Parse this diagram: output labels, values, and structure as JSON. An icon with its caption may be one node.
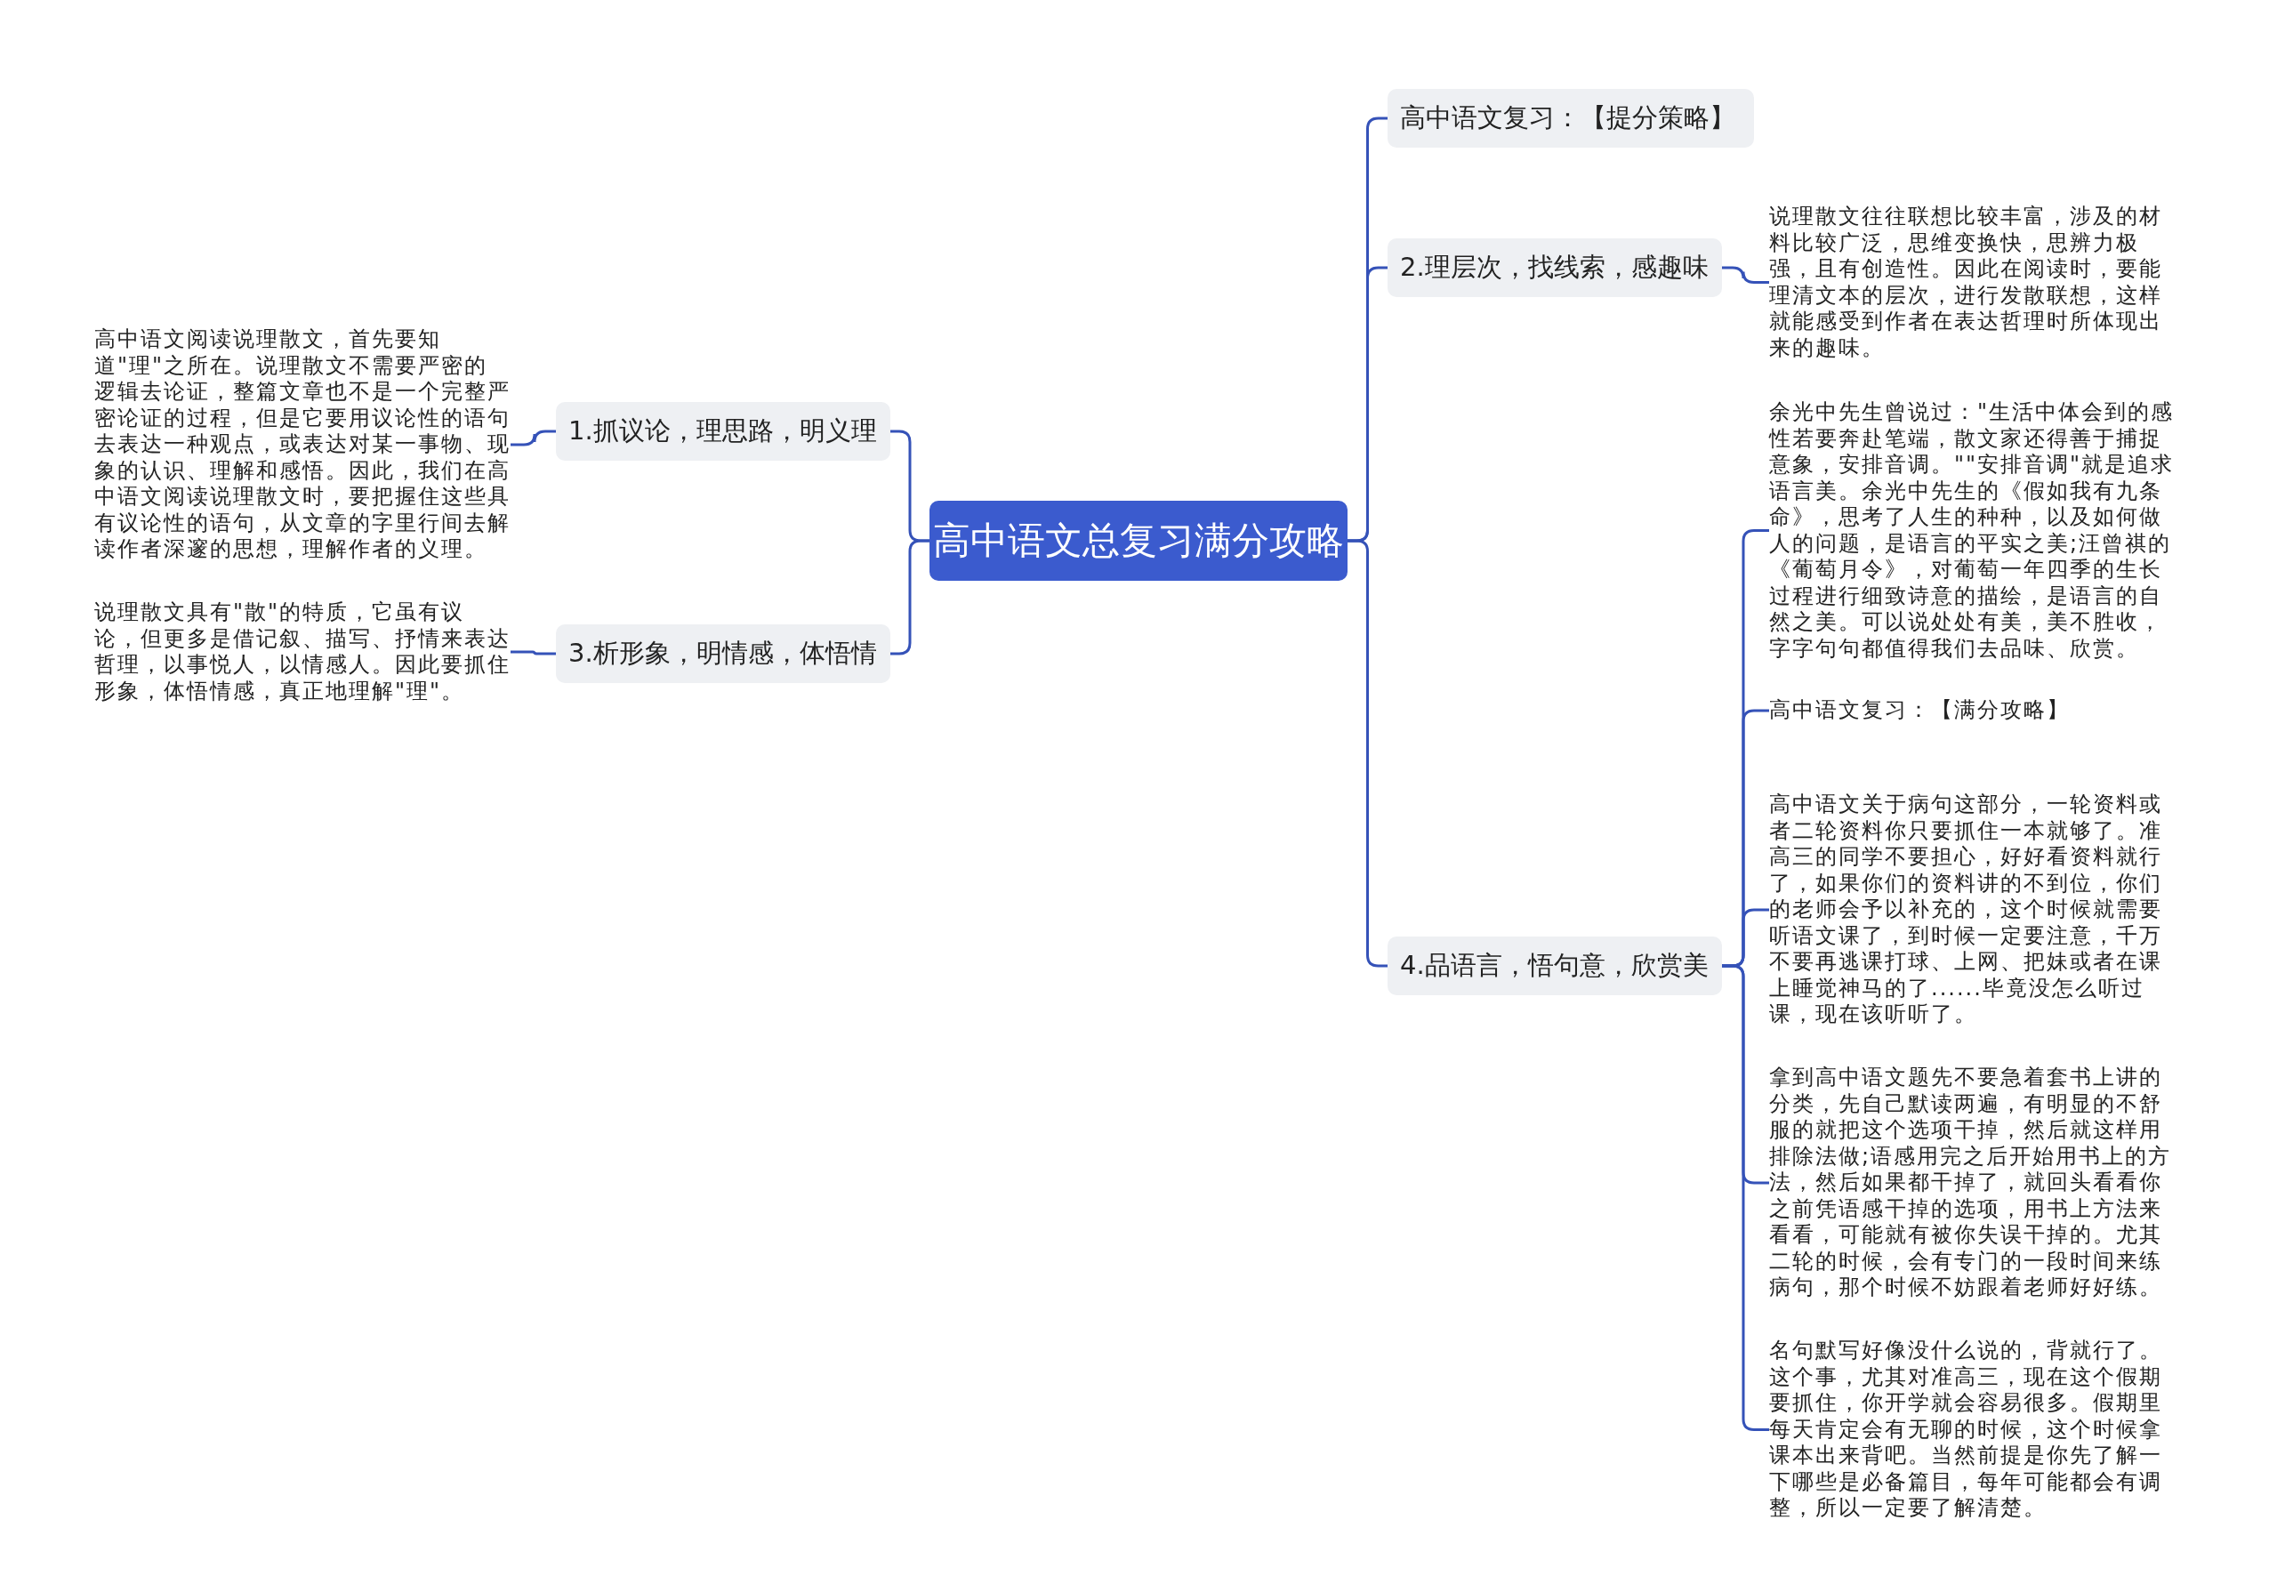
{
  "diagram": {
    "nodes": [
      {
        "text": [
          "高中语文总复习满分攻略"
        ]
      },
      {
        "text": [
          "高中语文复习：【提分策略】"
        ]
      },
      {
        "text": [
          "2.理层次，找线索，感趣味"
        ]
      },
      {
        "text": [
          "说理散文往往联想比较丰富，涉及的材料比较广泛，思维变换快，思辨力极强，且有创造性。因此在阅读时，要能理清文本的层次，进行发散联想，这样就能感受到作者在表达哲理时所体现出来的趣味。"
        ]
      },
      {
        "text": [
          "4.品语言，悟句意，欣赏美"
        ]
      },
      {
        "text": [
          "余光中先生曾说过：\"生活中体会到的感性若要奔赴笔端，散文家还得善于捕捉意象，安排音调。\"\"安排音调\"就是追求语言美。余光中先生的《假如我有九条命》，思考了人生的种种，以及如何做人的问题，是语言的平实之美;汪曾祺的《葡萄月令》，对葡萄一年四季的生长过程进行细致诗意的描绘，是语言的自然之美。可以说处处有美，美不胜收，字字句句都值得我们去品味、欣赏。"
        ]
      },
      {
        "text": [
          "高中语文复习：【满分攻略】"
        ]
      },
      {
        "text": [
          "高中语文关于病句这部分，一轮资料或者二轮资料你只要抓住一本就够了。准高三的同学不要担心，好好看资料就行了，如果你们的资料讲的不到位，你们的老师会予以补充的，这个时候就需要听语文课了，到时候一定要注意，千万不要再逃课打球、上网、把妹或者在课上睡觉神马的了......毕竟没怎么听过课，现在该听听了。"
        ]
      },
      {
        "text": [
          "拿到高中语文题先不要急着套书上讲的分类，先自己默读两遍，有明显的不舒服的就把这个选项干掉，然后就这样用排除法做;语感用完之后开始用书上的方法，然后如果都干掉了，就回头看看你之前凭语感干掉的选项，用书上方法来看看，可能就有被你失误干掉的。尤其二轮的时候，会有专门的一段时间来练病句，那个时候不妨跟着老师好好练。"
        ]
      },
      {
        "text": [
          "名句默写好像没什么说的，背就行了。这个事，尤其对准高三，现在这个假期要抓住，你开学就会容易很多。假期里每天肯定会有无聊的时候，这个时候拿课本出来背吧。当然前提是你先了解一下哪些是必备篇目，每年可能都会有调整，所以一定要了解清楚。"
        ]
      },
      {
        "text": [
          "1.抓议论，理思路，明义理"
        ]
      },
      {
        "text": [
          "高中语文阅读说理散文，首先要知道\"理\"之所在。说理散文不需要严密的逻辑去论证，整篇文章也不是一个完整严密论证的过程，但是它要用议论性的语句去表达一种观点，或表达对某一事物、现象的认识、理解和感悟。因此，我们在高中语文阅读说理散文时，要把握住这些具有议论性的语句，从文章的字里行间去解读作者深邃的思想，理解作者的义理。"
        ]
      },
      {
        "text": [
          "3.析形象，明情感，体悟情"
        ]
      },
      {
        "text": [
          "说理散文具有\"散\"的特质，它虽有议论，但更多是借记叙、描写、抒情来表达哲理，以事悦人，以情感人。因此要抓住形象，体悟情感，真正地理解\"理\"。"
        ]
      }
    ],
    "edges": [
      {
        "from": 0,
        "to": 1,
        "arrow": "none"
      },
      {
        "from": 0,
        "to": 2,
        "arrow": "none"
      },
      {
        "from": 2,
        "to": 3,
        "arrow": "none"
      },
      {
        "from": 0,
        "to": 4,
        "arrow": "none"
      },
      {
        "from": 4,
        "to": 5,
        "arrow": "none"
      },
      {
        "from": 4,
        "to": 6,
        "arrow": "none"
      },
      {
        "from": 4,
        "to": 7,
        "arrow": "none"
      },
      {
        "from": 4,
        "to": 8,
        "arrow": "none"
      },
      {
        "from": 4,
        "to": 9,
        "arrow": "none"
      },
      {
        "from": 0,
        "to": 10,
        "arrow": "none"
      },
      {
        "from": 10,
        "to": 11,
        "arrow": "none"
      },
      {
        "from": 0,
        "to": 12,
        "arrow": "none"
      },
      {
        "from": 12,
        "to": 13,
        "arrow": "none"
      }
    ]
  }
}
